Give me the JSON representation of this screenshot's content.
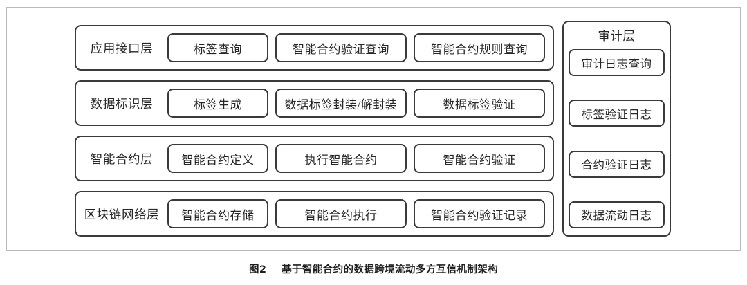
{
  "figure": {
    "caption": "图2    基于智能合约的数据跨境流动多方互信机制架构",
    "background_color": "#ffffff",
    "frame_color": "#b9b9b9",
    "box_border_color": "#3a3a3a",
    "text_color": "#262626"
  },
  "architecture": {
    "layers": [
      {
        "label": "应用接口层",
        "modules": [
          "标签查询",
          "智能合约验证查询",
          "智能合约规则查询"
        ]
      },
      {
        "label": "数据标识层",
        "modules": [
          "标签生成",
          "数据标签封装/解封装",
          "数据标签验证"
        ]
      },
      {
        "label": "智能合约层",
        "modules": [
          "智能合约定义",
          "执行智能合约",
          "智能合约验证"
        ]
      },
      {
        "label": "区块链网络层",
        "modules": [
          "智能合约存储",
          "智能合约执行",
          "智能合约验证记录"
        ]
      }
    ],
    "audit_panel": {
      "title": "审计层",
      "items": [
        "审计日志查询",
        "标签验证日志",
        "合约验证日志",
        "数据流动日志"
      ]
    }
  }
}
